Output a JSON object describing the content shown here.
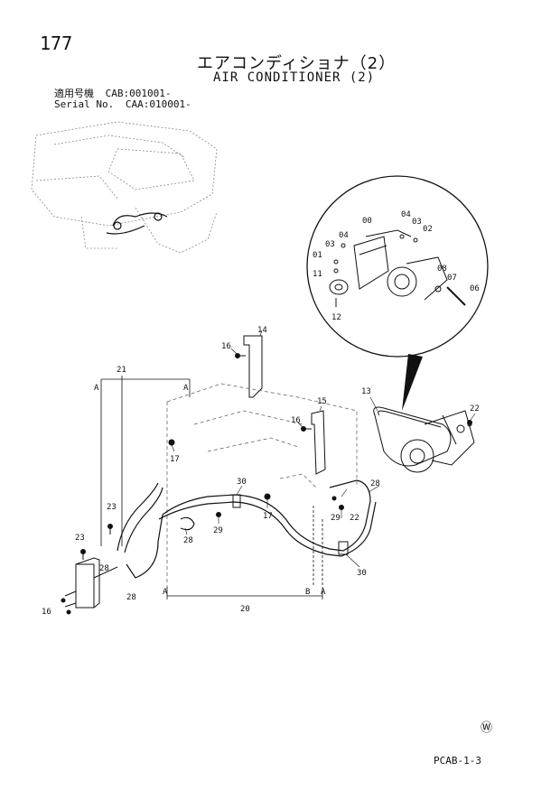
{
  "header": {
    "page_number": "177",
    "title_jp": "エアコンディショナ（2）",
    "title_en": "AIR CONDITIONER (2)",
    "serial_label_jp": "適用号機",
    "serial_value_jp": "CAB:001001-",
    "serial_label_en": "Serial No.",
    "serial_value_en": "CAA:010001-"
  },
  "labels": {
    "l14": "14",
    "l15": "15",
    "l16a": "16",
    "l16b": "16",
    "l16c": "16",
    "l17a": "17",
    "l17b": "17",
    "l20": "20",
    "l21": "21",
    "l22a": "22",
    "l22b": "22",
    "l23a": "23",
    "l23b": "23",
    "l28a": "28",
    "l28b": "28",
    "l28c": "28",
    "l28d": "28",
    "l29": "29",
    "l30a": "30",
    "l30b": "30",
    "l13": "13",
    "A1": "A",
    "A2": "A",
    "A3": "A",
    "A4": "A",
    "B1": "B",
    "d00": "00",
    "d01": "01",
    "d02": "02",
    "d03a": "03",
    "d03b": "03",
    "d04a": "04",
    "d04b": "04",
    "d06": "06",
    "d07": "07",
    "d08": "08",
    "d11": "11",
    "d12": "12"
  },
  "footer": {
    "mark": "Ⓦ",
    "code": "PCAB-1-3"
  }
}
